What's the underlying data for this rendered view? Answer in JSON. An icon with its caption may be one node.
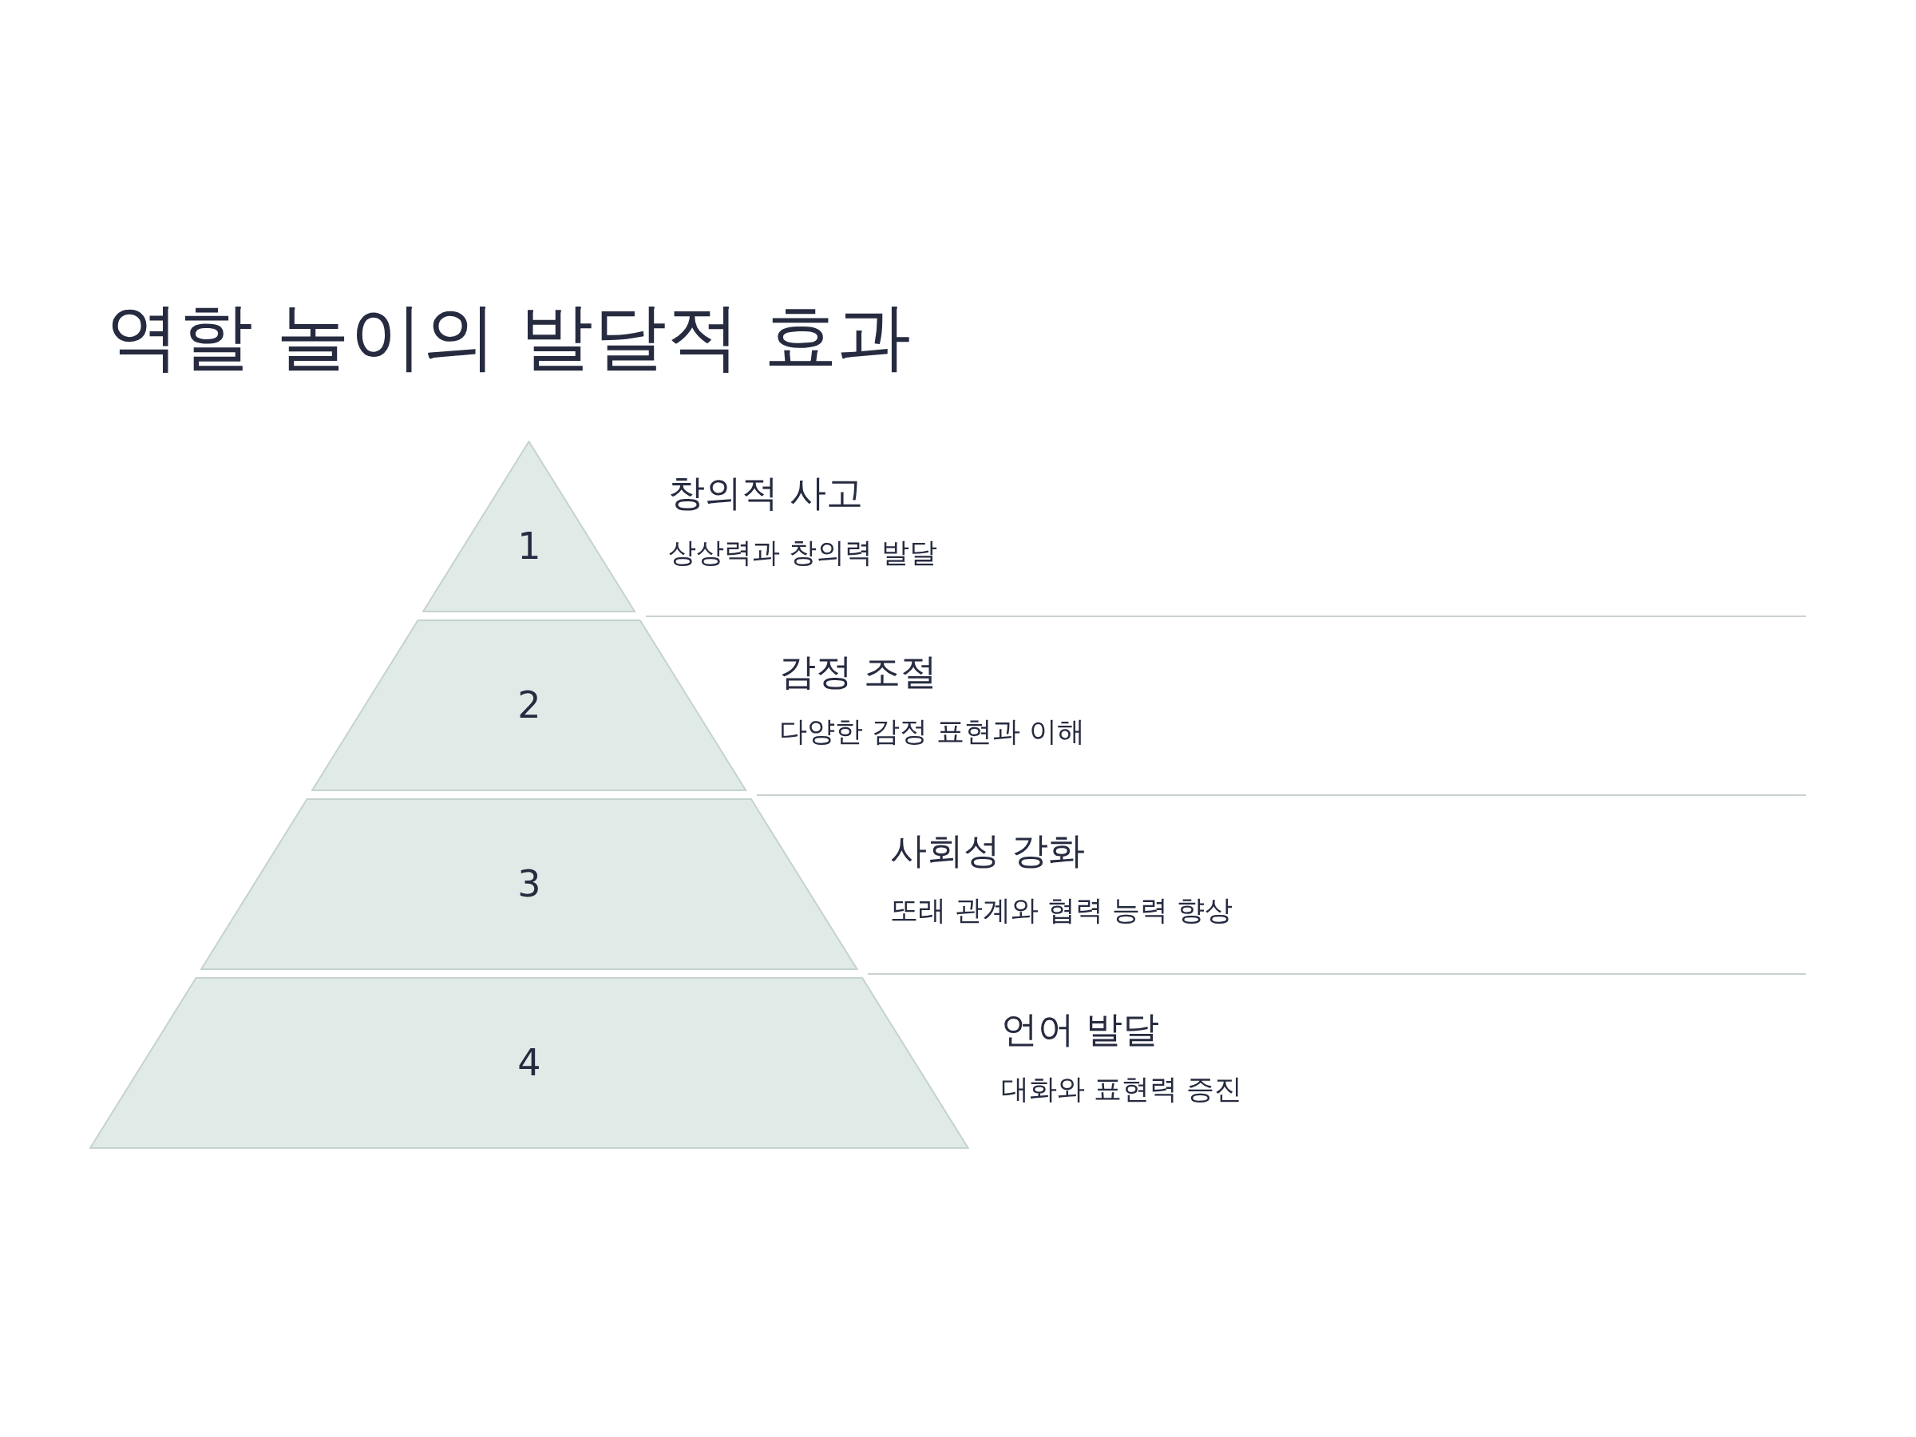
{
  "diagram": {
    "title": "역할 놀이의 발달적 효과",
    "nodes": [
      {
        "text": [
          "1"
        ],
        "beside": [
          "창의적 사고",
          "상상력과 창의력 발달"
        ]
      },
      {
        "text": [
          "2"
        ],
        "beside": [
          "감정 조절",
          "다양한 감정 표현과 이해"
        ]
      },
      {
        "text": [
          "3"
        ],
        "beside": [
          "사회성 강화",
          "또래 관계와 협력 능력 향상"
        ]
      },
      {
        "text": [
          "4"
        ],
        "beside": [
          "언어 발달",
          "대화와 표현력 증진"
        ]
      }
    ],
    "edges": []
  }
}
